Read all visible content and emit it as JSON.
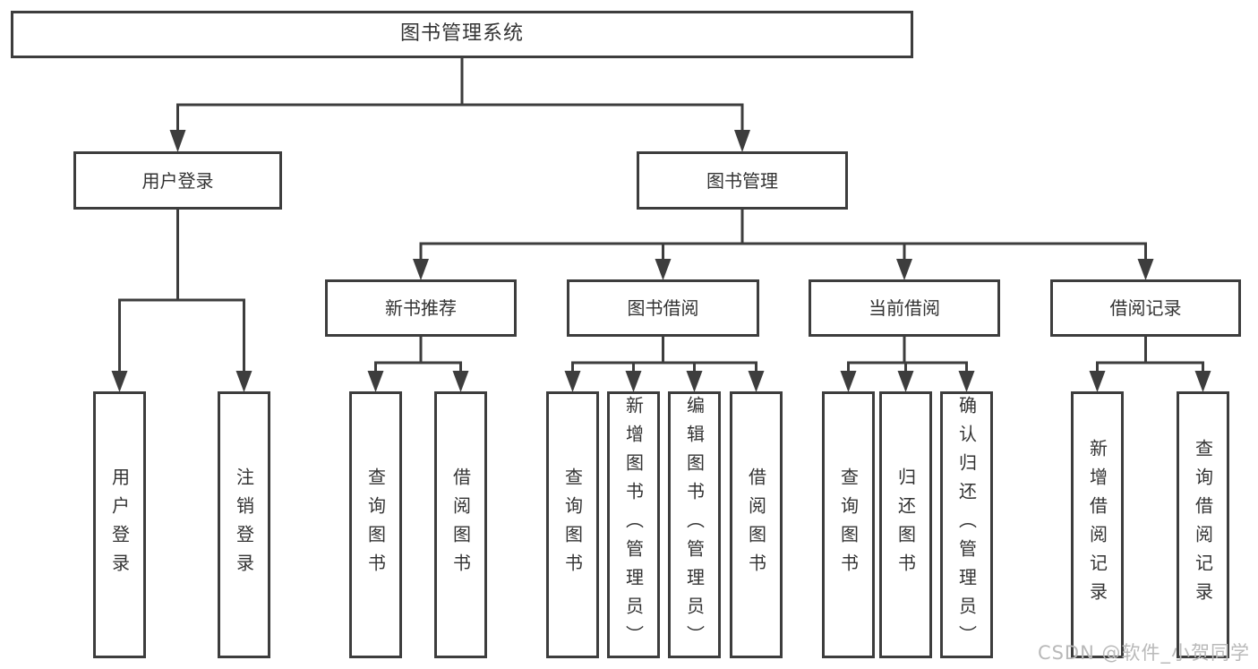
{
  "diagram": {
    "root": "图书管理系统",
    "login_branch": {
      "label": "用户登录",
      "children": [
        "用户登录",
        "注销登录"
      ]
    },
    "mgmt_branch": {
      "label": "图书管理",
      "modules": [
        {
          "label": "新书推荐",
          "children": [
            "查询图书",
            "借阅图书"
          ]
        },
        {
          "label": "图书借阅",
          "children": [
            "查询图书",
            "新增图书（管理员）",
            "编辑图书（管理员）",
            "借阅图书"
          ]
        },
        {
          "label": "当前借阅",
          "children": [
            "查询图书",
            "归还图书",
            "确认归还（管理员）"
          ]
        },
        {
          "label": "借阅记录",
          "children": [
            "新增借阅记录",
            "查询借阅记录"
          ]
        }
      ]
    }
  },
  "watermark": {
    "text": "CSDN @软件_小贺同学"
  },
  "colors": {
    "line": "#3d3d3d",
    "text": "#333333",
    "background": "#ffffff",
    "watermark": "#b9b9b9"
  }
}
